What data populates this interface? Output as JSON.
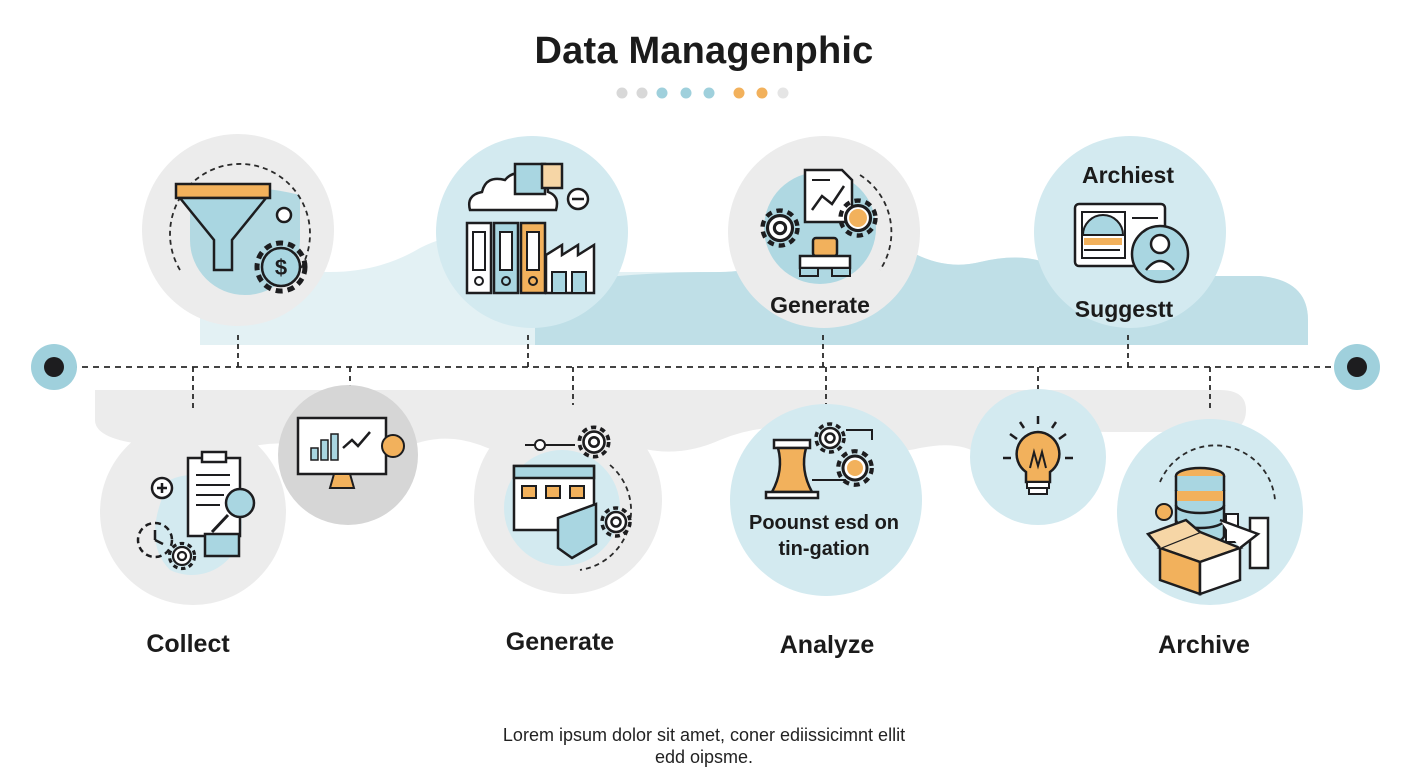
{
  "header": {
    "title": "Data Managenphic"
  },
  "stages": {
    "top": {
      "generate_label": "Generate",
      "archiest_label": "Archiest",
      "suggest_label": "Suggestt"
    },
    "middle": {
      "poust_line1": "Poounst esd on",
      "poust_line2": "tin-gation"
    },
    "bottom": {
      "collect_label": "Collect",
      "generate_label": "Generate",
      "analyze_label": "Analyze",
      "archive_label": "Archive"
    }
  },
  "footer": {
    "line1": "Lorem ipsum dolor sit amet, coner ediissicimnt ellit",
    "line2": "edd oipsme."
  },
  "icons": {
    "top": [
      "funnel-icon",
      "dollar-gear-icon",
      "cloud-icon",
      "binders-icon",
      "factory-icon",
      "chart-document-icon",
      "gear-icon",
      "id-card-icon",
      "user-icon"
    ],
    "bottom": [
      "clipboard-icon",
      "clock-icon",
      "monitor-chart-icon",
      "browser-window-icon",
      "cooling-tower-icon",
      "lightbulb-icon",
      "database-icon",
      "box-icon"
    ]
  },
  "colors": {
    "teal": "#9fd0dc",
    "teal_light": "#d3eaf0",
    "orange": "#f2b15c",
    "grey": "#e8e8e8",
    "grey_dark": "#d3d3d3",
    "ink": "#1d1d1f"
  }
}
